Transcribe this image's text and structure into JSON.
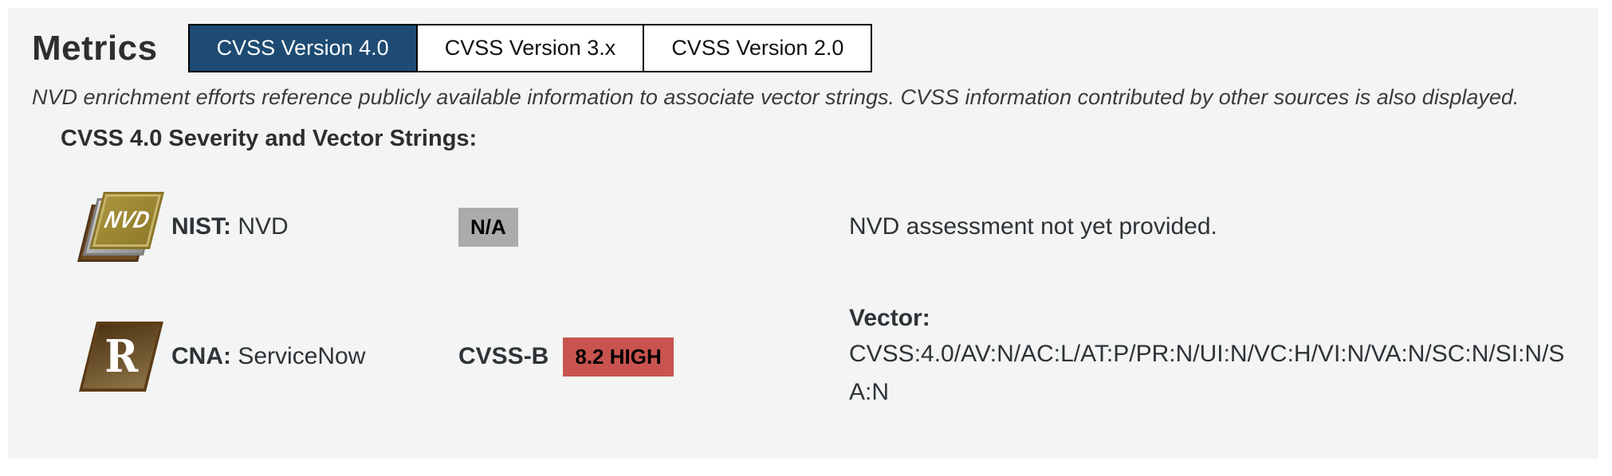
{
  "page": {
    "background": "#ffffff",
    "panel_background": "#f3f5f4"
  },
  "header": {
    "title": "Metrics"
  },
  "tabs": [
    {
      "label": "CVSS Version 4.0",
      "active": true
    },
    {
      "label": "CVSS Version 3.x",
      "active": false
    },
    {
      "label": "CVSS Version 2.0",
      "active": false
    }
  ],
  "note": "NVD enrichment efforts reference publicly available information to associate vector strings. CVSS information contributed by other sources is also displayed.",
  "section_heading": "CVSS 4.0 Severity and Vector Strings:",
  "colors": {
    "active_tab": "#1e4b73",
    "badge_na": "#ababab",
    "badge_high": "#c9544f"
  },
  "rows": [
    {
      "icon": "nvd-logo",
      "icon_text": "NVD",
      "source_label": "NIST:",
      "source_value": "NVD",
      "severity_prefix": "",
      "badge": {
        "text": "N/A",
        "color": "#ababab"
      },
      "detail_label": "",
      "detail_text": "NVD assessment not yet provided."
    },
    {
      "icon": "cna-logo",
      "icon_text": "R",
      "source_label": "CNA:",
      "source_value": "ServiceNow",
      "severity_prefix": "CVSS-B",
      "badge": {
        "text": "8.2 HIGH",
        "color": "#c9544f"
      },
      "detail_label": "Vector:",
      "detail_text": "CVSS:4.0/AV:N/AC:L/AT:P/PR:N/UI:N/VC:H/VI:N/VA:N/SC:N/SI:N/SA:N"
    }
  ]
}
